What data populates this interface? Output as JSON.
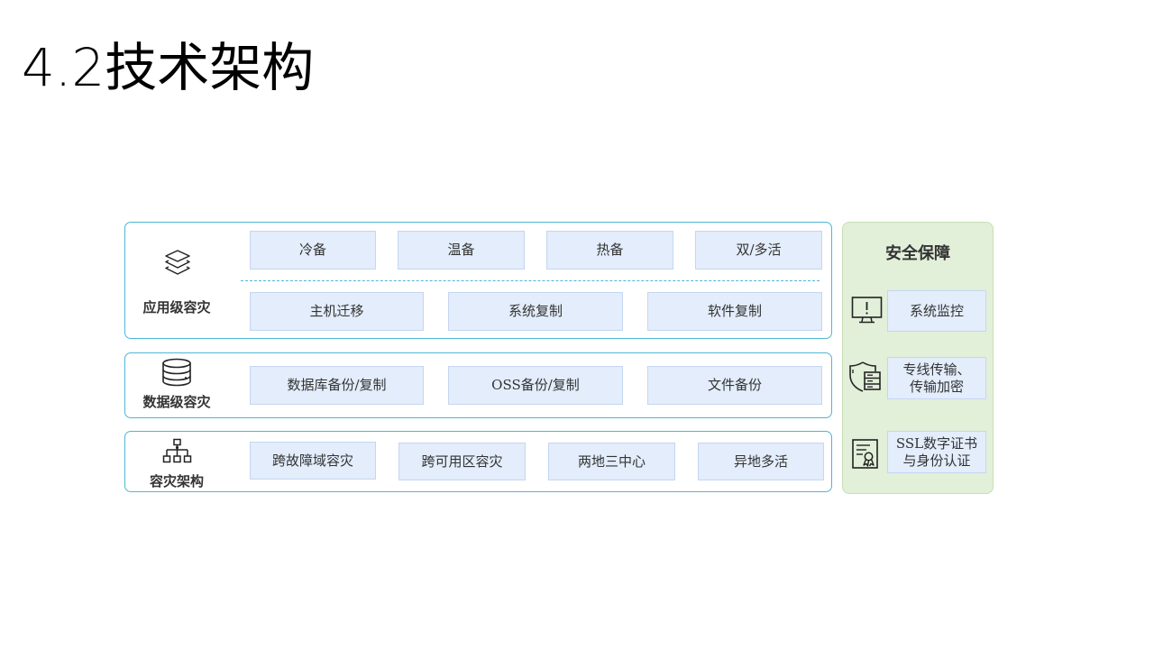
{
  "title": "4.2技术架构",
  "rows": {
    "app": {
      "label": "应用级容灾",
      "icon": "layers-icon",
      "top_cells": [
        "冷备",
        "温备",
        "热备",
        "双/多活"
      ],
      "bottom_cells": [
        "主机迁移",
        "系统复制",
        "软件复制"
      ]
    },
    "data": {
      "label": "数据级容灾",
      "icon": "database-icon",
      "cells": [
        "数据库备份/复制",
        "OSS备份/复制",
        "文件备份"
      ]
    },
    "arch": {
      "label": "容灾架构",
      "icon": "hierarchy-icon",
      "cells": [
        "跨故障域容灾",
        "跨可用区容灾",
        "两地三中心",
        "异地多活"
      ]
    }
  },
  "security": {
    "title": "安全保障",
    "items": [
      {
        "icon": "monitor-alert-icon",
        "label": "系统监控"
      },
      {
        "icon": "shield-server-icon",
        "label": "专线传输、\n传输加密"
      },
      {
        "icon": "certificate-icon",
        "label": "SSL数字证书\n与身份认证"
      }
    ]
  },
  "colors": {
    "panel_border": "#4fb6d6",
    "cell_fill": "#e3edfb",
    "security_fill": "#e2efd9"
  }
}
